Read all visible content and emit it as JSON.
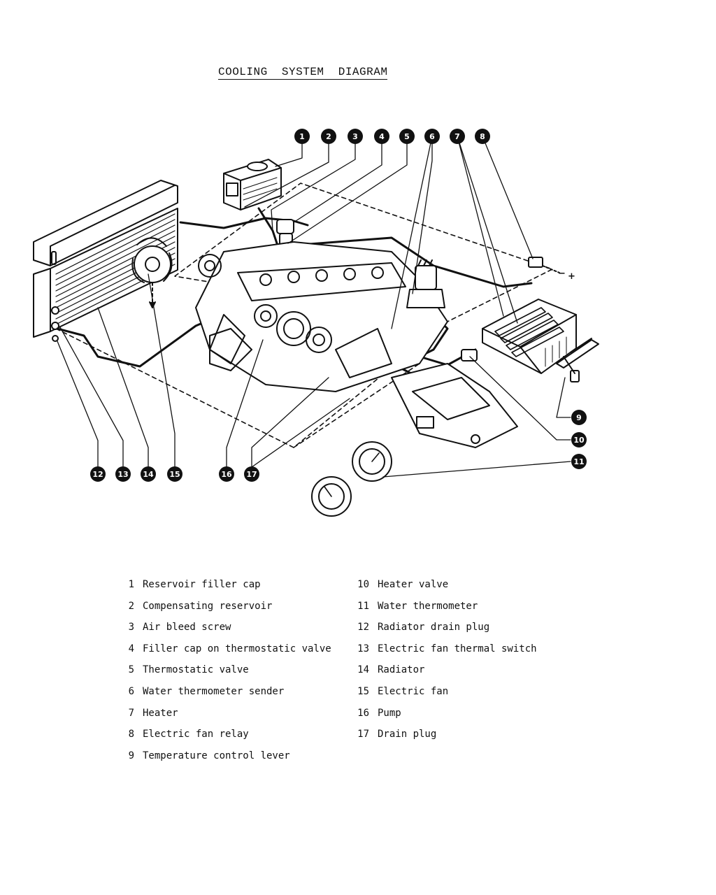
{
  "title": "COOLING  SYSTEM  DIAGRAM",
  "callouts": [
    "1",
    "2",
    "3",
    "4",
    "5",
    "6",
    "7",
    "8",
    "9",
    "10",
    "11",
    "12",
    "13",
    "14",
    "15",
    "16",
    "17"
  ],
  "legend": [
    {
      "num": "1",
      "label": "Reservoir filler cap"
    },
    {
      "num": "2",
      "label": "Compensating reservoir"
    },
    {
      "num": "3",
      "label": "Air bleed screw"
    },
    {
      "num": "4",
      "label": "Filler cap on thermostatic valve"
    },
    {
      "num": "5",
      "label": "Thermostatic valve"
    },
    {
      "num": "6",
      "label": "Water thermometer sender"
    },
    {
      "num": "7",
      "label": "Heater"
    },
    {
      "num": "8",
      "label": "Electric fan relay"
    },
    {
      "num": "9",
      "label": "Temperature control lever"
    },
    {
      "num": "10",
      "label": "Heater valve"
    },
    {
      "num": "11",
      "label": "Water thermometer"
    },
    {
      "num": "12",
      "label": "Radiator drain plug"
    },
    {
      "num": "13",
      "label": "Electric fan thermal switch"
    },
    {
      "num": "14",
      "label": "Radiator"
    },
    {
      "num": "15",
      "label": "Electric fan"
    },
    {
      "num": "16",
      "label": "Pump"
    },
    {
      "num": "17",
      "label": "Drain plug"
    }
  ],
  "relay_signs": {
    "minus": "−",
    "plus": "+"
  }
}
